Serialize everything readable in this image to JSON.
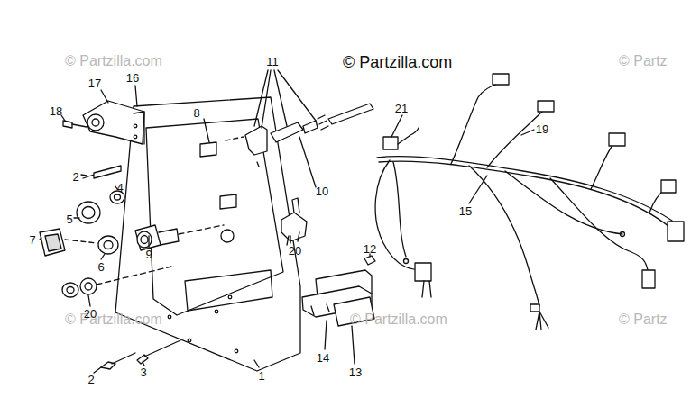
{
  "diagram": {
    "labels": [
      "© Partzilla.com",
      "11",
      "© Partzilla.com",
      "© Partz",
      "17",
      "16",
      "21",
      "18",
      "8",
      "19",
      "2",
      "4",
      "10",
      "15",
      "5",
      "7",
      "9",
      "20",
      "6",
      "12",
      "© Partzilla.com",
      "© Partzilla.com",
      "© Partz",
      "20",
      "3",
      "14",
      "1",
      "13",
      "2"
    ]
  }
}
